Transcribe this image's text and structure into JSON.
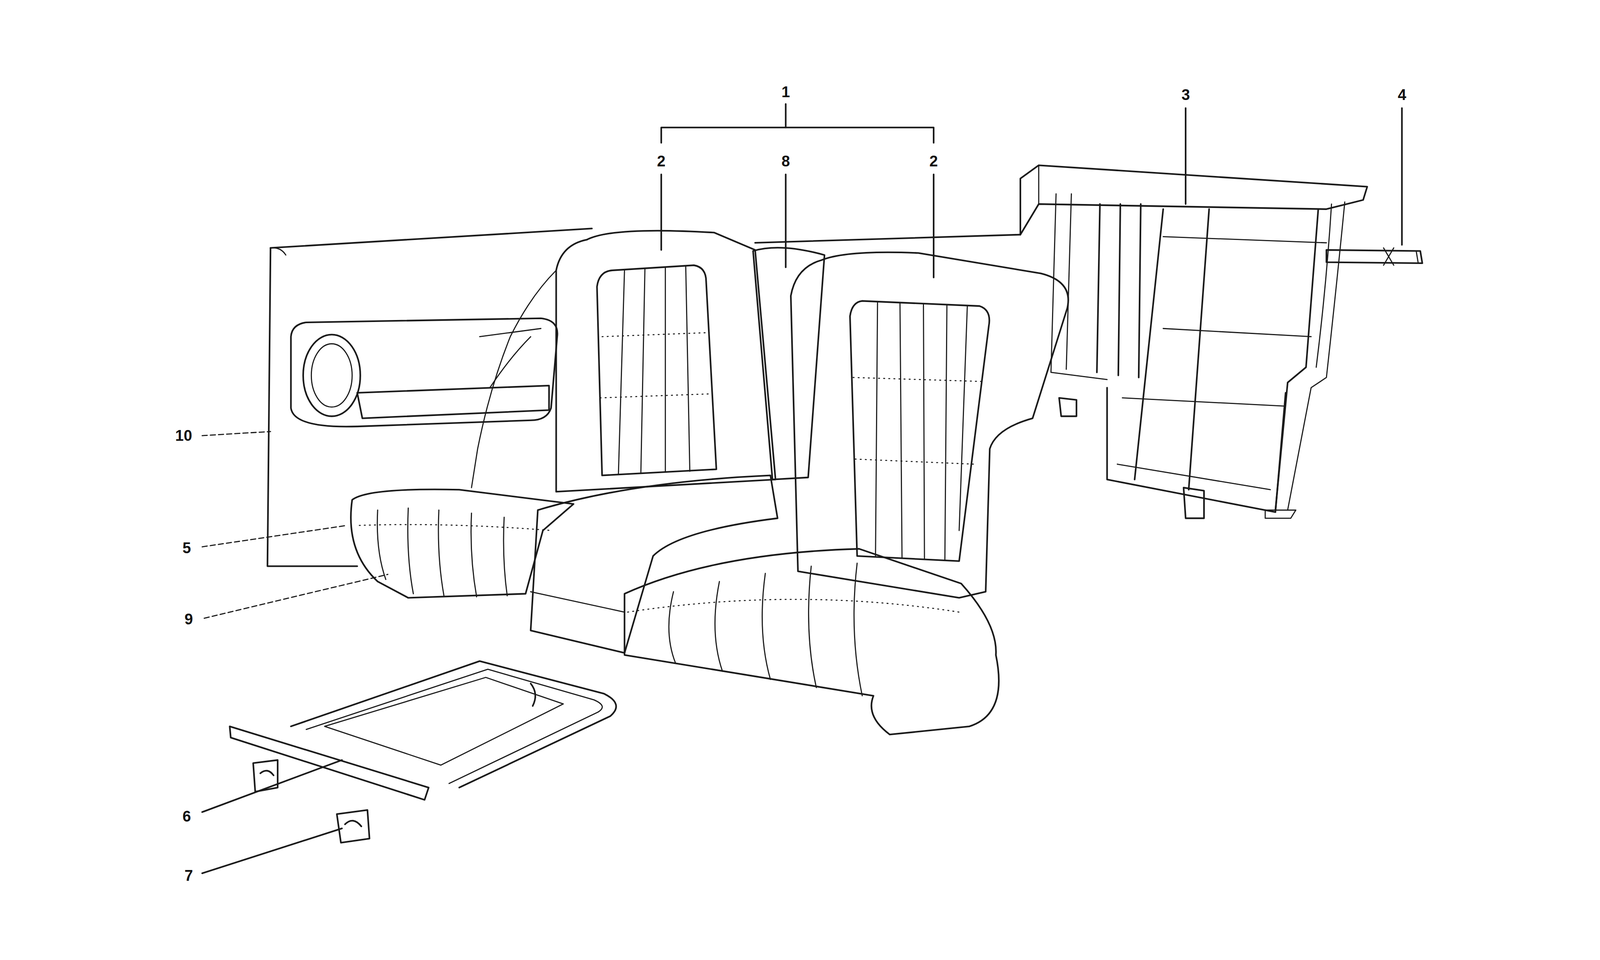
{
  "diagram": {
    "labels": [
      "1",
      "2",
      "8",
      "2",
      "3",
      "4",
      "10",
      "5",
      "9",
      "6",
      "7"
    ]
  }
}
